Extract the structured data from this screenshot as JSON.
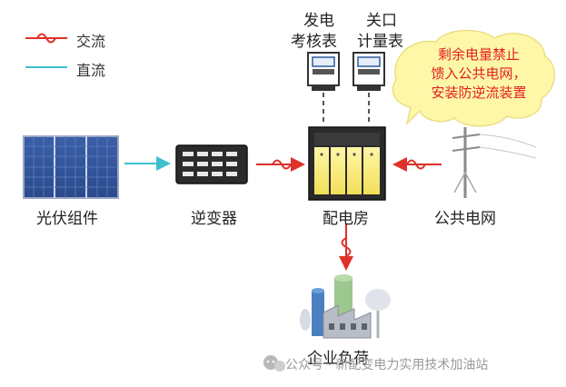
{
  "legend": {
    "ac_label": "交流",
    "dc_label": "直流"
  },
  "meters": {
    "generation_label_line1": "发电",
    "generation_label_line2": "考核表",
    "gateway_label_line1": "关口",
    "gateway_label_line2": "计量表"
  },
  "callout": {
    "line1": "剩余电量禁止",
    "line2": "馈入公共电网，",
    "line3": "安装防逆流装置"
  },
  "nodes": {
    "pv": "光伏组件",
    "inverter": "逆变器",
    "distribution_room": "配电房",
    "grid": "公共电网",
    "load": "企业负荷"
  },
  "watermark": {
    "text": "公众号 · 新配变电力实用技术加油站"
  },
  "colors": {
    "ac_line": "#e0302a",
    "dc_line": "#3cc0d0",
    "callout_bg": "#fff7a8",
    "callout_text": "#e02020"
  }
}
